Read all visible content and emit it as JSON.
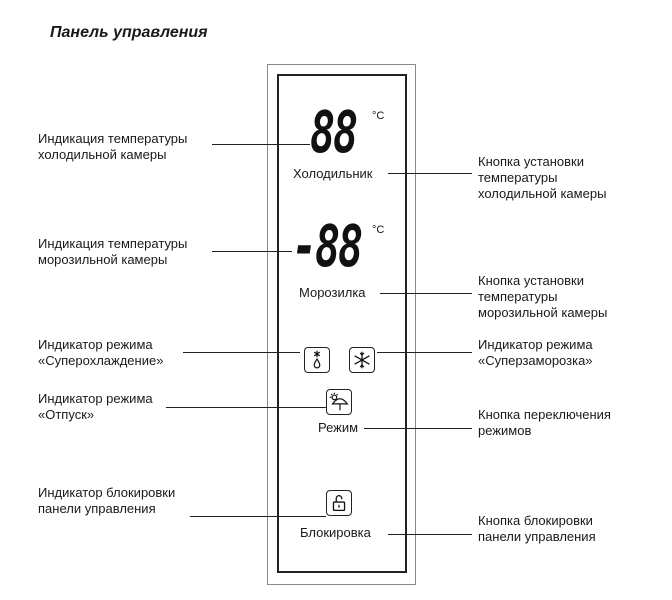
{
  "title": "Панель управления",
  "panel": {
    "fridge_display": "88",
    "freezer_display": "-88",
    "unit": "°C",
    "fridge_button": "Холодильник",
    "freezer_button": "Морозилка",
    "mode_button": "Режим",
    "lock_button": "Блокировка"
  },
  "left_labels": [
    [
      "Индикация температуры",
      "холодильной камеры"
    ],
    [
      "Индикация температуры",
      "морозильной камеры"
    ],
    [
      "Индикатор режима",
      "«Суперохлаждение»"
    ],
    [
      "Индикатор режима",
      "«Отпуск»"
    ],
    [
      "Индикатор блокировки",
      "панели управления"
    ]
  ],
  "right_labels": [
    [
      "Кнопка установки",
      "температуры",
      "холодильной камеры"
    ],
    [
      "Кнопка установки",
      "температуры",
      "морозильной камеры"
    ],
    [
      "Индикатор режима",
      "«Суперзаморозка»"
    ],
    [
      "Кнопка переключения",
      "режимов"
    ],
    [
      "Кнопка блокировки",
      "панели управления"
    ]
  ]
}
